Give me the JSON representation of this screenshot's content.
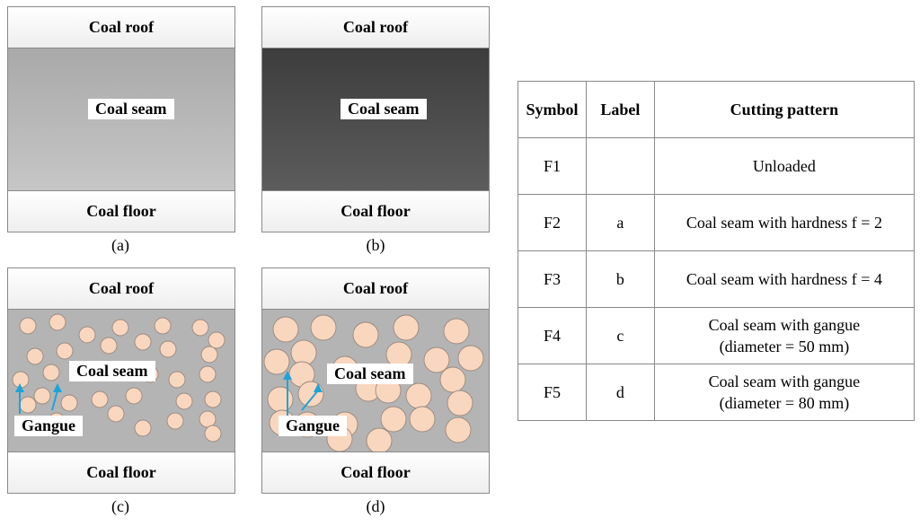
{
  "panels": {
    "a": {
      "roof": "Coal roof",
      "seam": "Coal seam",
      "floor": "Coal floor",
      "caption": "(a)"
    },
    "b": {
      "roof": "Coal roof",
      "seam": "Coal seam",
      "floor": "Coal floor",
      "caption": "(b)"
    },
    "c": {
      "roof": "Coal roof",
      "seam": "Coal seam",
      "floor": "Coal floor",
      "gangue": "Gangue",
      "caption": "(c)"
    },
    "d": {
      "roof": "Coal roof",
      "seam": "Coal seam",
      "floor": "Coal floor",
      "gangue": "Gangue",
      "caption": "(d)"
    }
  },
  "colors": {
    "seam_light": "#b8b8b8",
    "seam_dark": "#4a4a4a",
    "gangue_fill": "#f9d6be",
    "arrow": "#1fa3d9"
  },
  "table": {
    "headers": [
      "Symbol",
      "Label",
      "Cutting pattern"
    ],
    "rows": [
      {
        "symbol": "F1",
        "label": "",
        "pattern": "Unloaded",
        "pattern2": ""
      },
      {
        "symbol": "F2",
        "label": "a",
        "pattern": "Coal seam with hardness f = 2",
        "pattern2": ""
      },
      {
        "symbol": "F3",
        "label": "b",
        "pattern": "Coal seam with hardness f = 4",
        "pattern2": ""
      },
      {
        "symbol": "F4",
        "label": "c",
        "pattern": "Coal seam with gangue",
        "pattern2": "(diameter = 50 mm)"
      },
      {
        "symbol": "F5",
        "label": "d",
        "pattern": "Coal seam with gangue",
        "pattern2": "(diameter = 80 mm)"
      }
    ]
  }
}
